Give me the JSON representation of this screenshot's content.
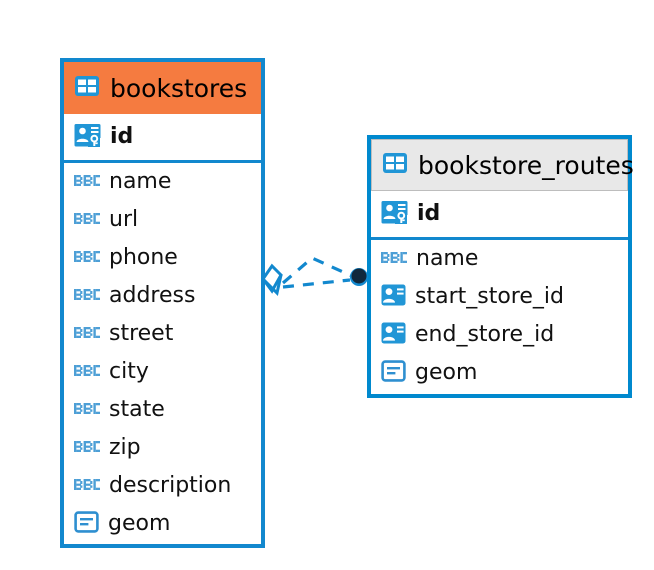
{
  "diagram": {
    "type": "er-diagram",
    "background": "#ffffff",
    "accent_blue": "#1288CE",
    "header_orange": "#F57B40",
    "header_gray": "#E8E8E8",
    "text_color": "#111111"
  },
  "tables": [
    {
      "name": "bookstores",
      "header_style": "orange",
      "table_icon": "table-grid-icon",
      "primary_key": {
        "label": "id",
        "icon": "primary-key-icon"
      },
      "columns": [
        {
          "label": "name",
          "icon": "abc-text-icon"
        },
        {
          "label": "url",
          "icon": "abc-text-icon"
        },
        {
          "label": "phone",
          "icon": "abc-text-icon"
        },
        {
          "label": "address",
          "icon": "abc-text-icon"
        },
        {
          "label": "street",
          "icon": "abc-text-icon"
        },
        {
          "label": "city",
          "icon": "abc-text-icon"
        },
        {
          "label": "state",
          "icon": "abc-text-icon"
        },
        {
          "label": "zip",
          "icon": "abc-text-icon"
        },
        {
          "label": "description",
          "icon": "abc-text-icon"
        },
        {
          "label": "geom",
          "icon": "geometry-icon"
        }
      ]
    },
    {
      "name": "bookstore_routes",
      "header_style": "gray",
      "table_icon": "table-grid-icon",
      "primary_key": {
        "label": "id",
        "icon": "primary-key-icon"
      },
      "columns": [
        {
          "label": "name",
          "icon": "abc-text-icon"
        },
        {
          "label": "start_store_id",
          "icon": "foreign-key-icon"
        },
        {
          "label": "end_store_id",
          "icon": "foreign-key-icon"
        },
        {
          "label": "geom",
          "icon": "geometry-icon"
        }
      ]
    }
  ],
  "relationship": {
    "line_style": "dashed",
    "color": "#1288CE",
    "source_marker": "diamond-marker",
    "target_marker": "filled-circle-marker",
    "target_marker_color": "#10283C"
  }
}
